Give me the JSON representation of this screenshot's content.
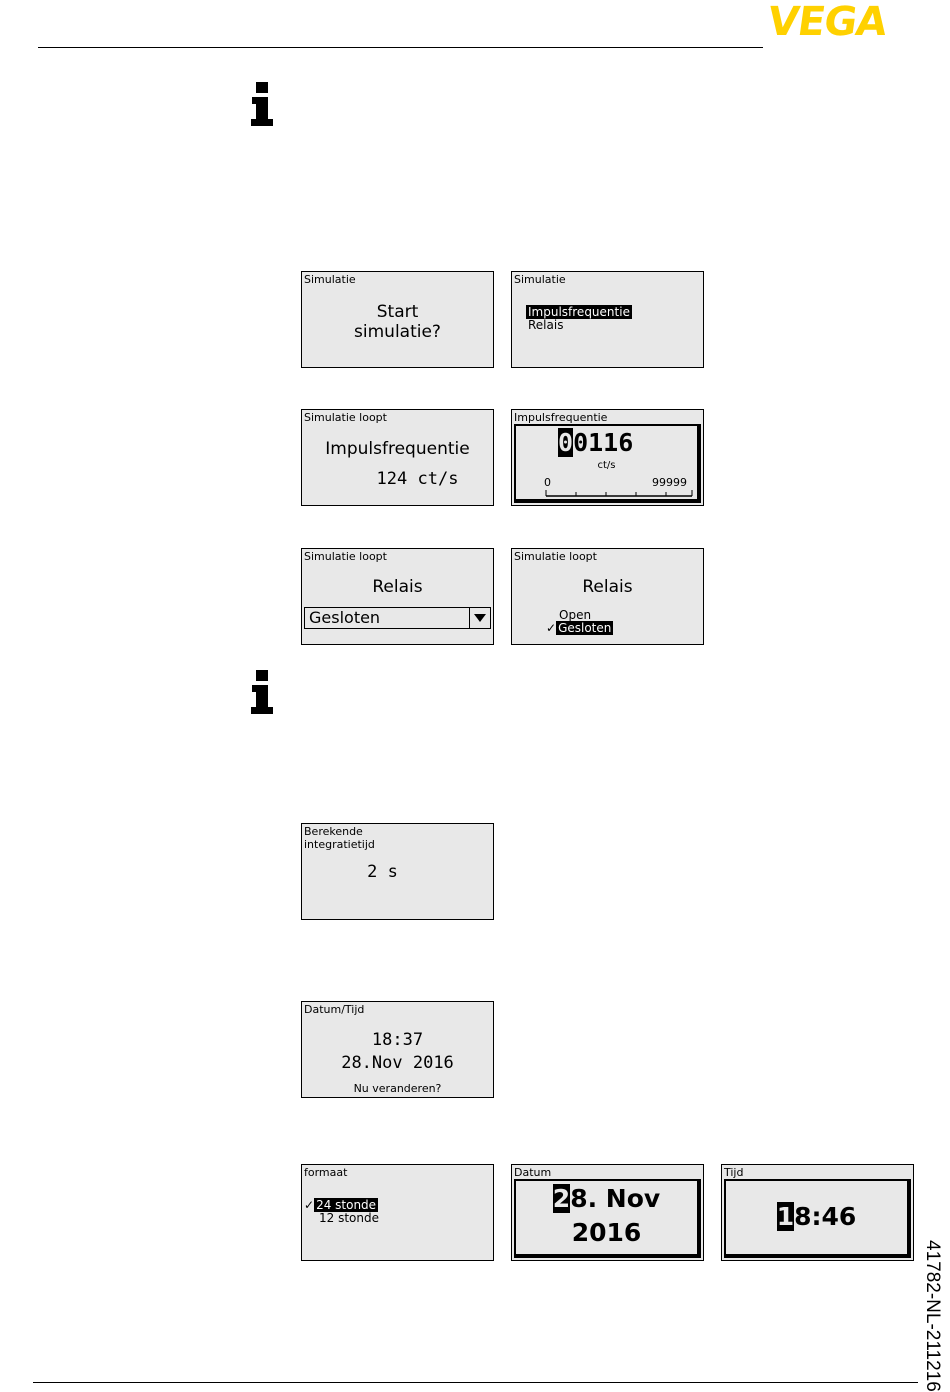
{
  "brand": {
    "logo_text": "VEGA",
    "logo_color": "#ffd100"
  },
  "doc_number": "41782-NL-211216",
  "screens": {
    "start": {
      "title": "Simulatie",
      "line1": "Start",
      "line2": "simulatie?"
    },
    "menu": {
      "title": "Simulatie",
      "items": [
        "Impulsfrequentie",
        "Relais"
      ]
    },
    "running_freq": {
      "title": "Simulatie loopt",
      "label": "Impulsfrequentie",
      "value": "124 ct/s"
    },
    "edit_freq": {
      "title": "Impulsfrequentie",
      "cursor_digit": "0",
      "rest_digits": "0116",
      "unit": "ct/s",
      "min": "0",
      "max": "99999"
    },
    "running_relay": {
      "title": "Simulatie loopt",
      "label": "Relais",
      "selected": "Gesloten"
    },
    "relay_list": {
      "title": "Simulatie loopt",
      "label": "Relais",
      "options": [
        "Open",
        "Gesloten"
      ],
      "check": "✓"
    },
    "integration": {
      "title_line1": "Berekende",
      "title_line2": "integratietijd",
      "value": "2 s"
    },
    "datetime": {
      "title": "Datum/Tijd",
      "time": "18:37",
      "date": "28.Nov 2016",
      "prompt": "Nu veranderen?"
    },
    "format": {
      "title": "formaat",
      "options": [
        "24 stonde",
        "12 stonde"
      ],
      "check": "✓"
    },
    "date_edit": {
      "title": "Datum",
      "cursor_digit": "2",
      "rest_line1": "8. Nov",
      "line2": "2016"
    },
    "time_edit": {
      "title": "Tijd",
      "cursor_digit": "1",
      "rest": "8:46"
    }
  }
}
